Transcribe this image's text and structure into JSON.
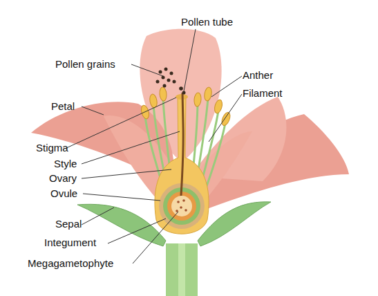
{
  "diagram": {
    "labels": [
      "Pollen tube",
      "Pollen grains",
      "Anther",
      "Filament",
      "Petal",
      "Stigma",
      "Style",
      "Ovary",
      "Ovule",
      "Sepal",
      "Integument",
      "Megagametophyte"
    ]
  }
}
